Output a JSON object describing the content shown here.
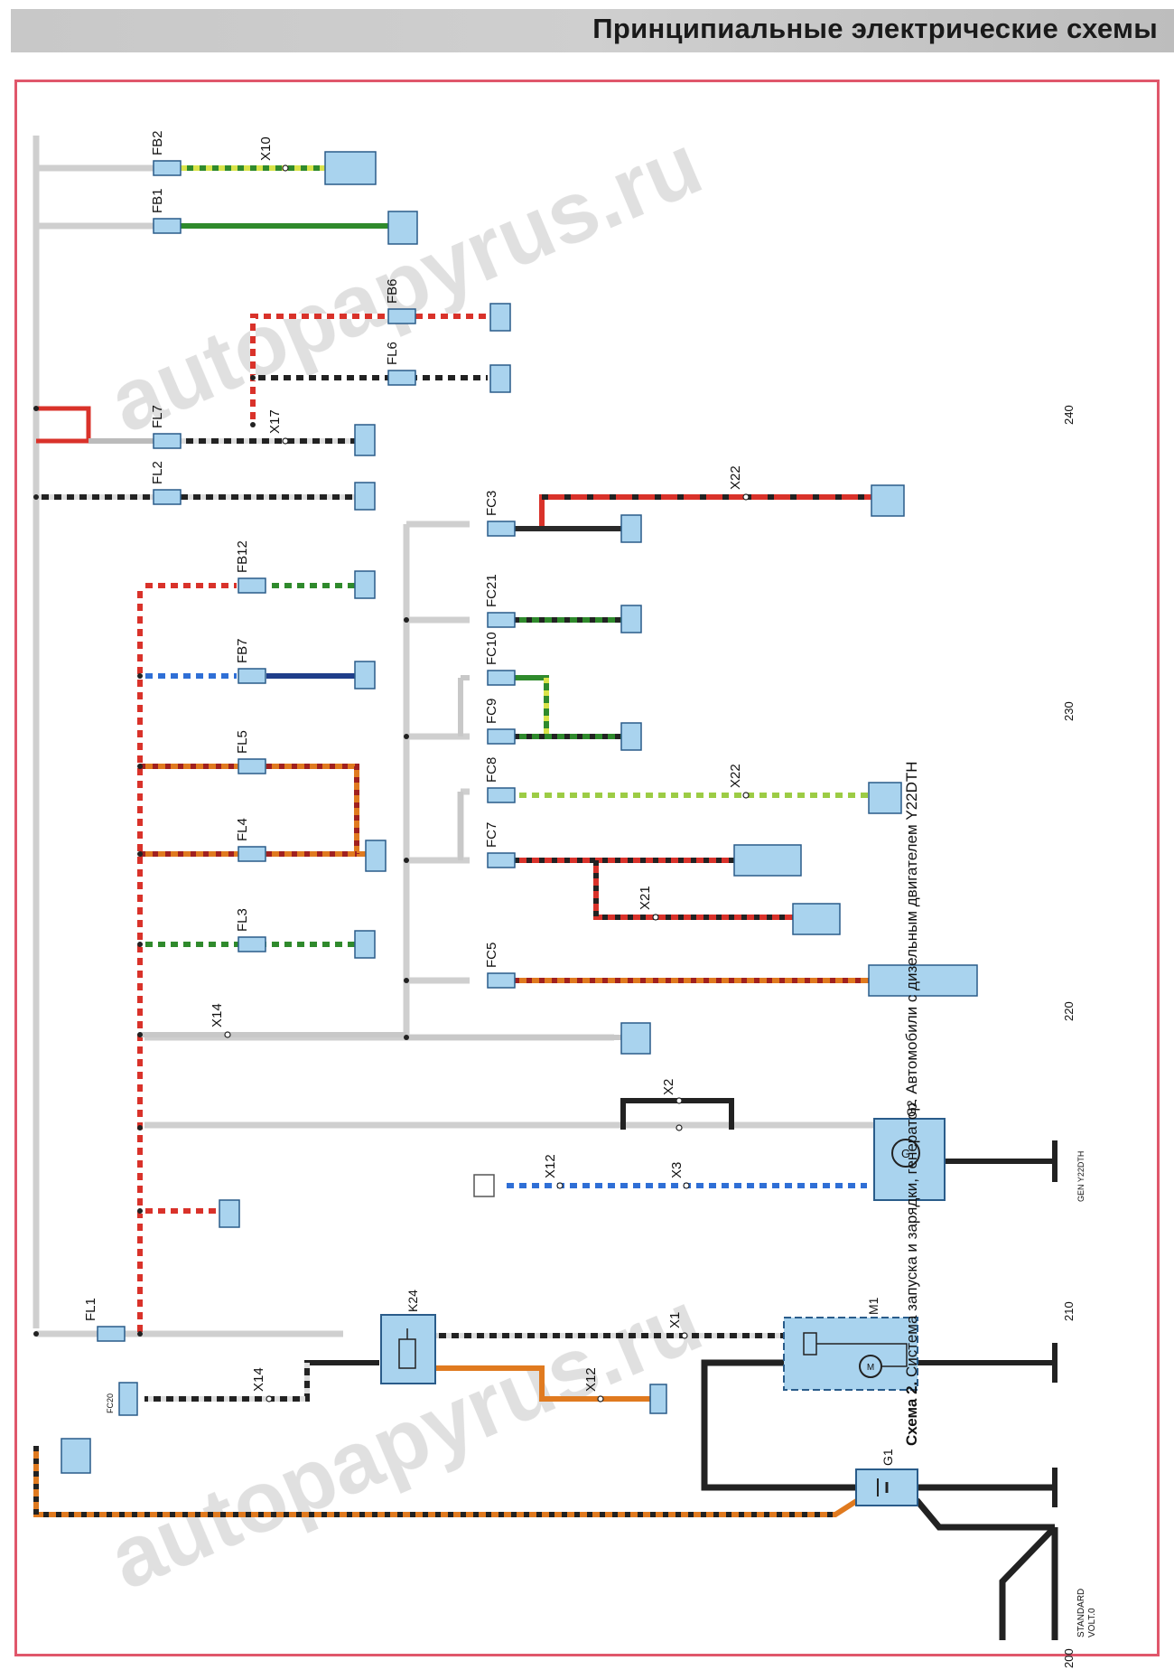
{
  "header": {
    "title": "Принципиальные электрические схемы"
  },
  "caption": {
    "label": "Схема 2.",
    "text": "Система запуска и зарядки, генератор. Автомобили с дизельным двигателем Y22DTH"
  },
  "components": {
    "G1": "G1",
    "G2": "G2",
    "M1": "M1",
    "K24": "K24"
  },
  "fuses": [
    {
      "id": "FB2",
      "label": "FB2"
    },
    {
      "id": "FB1",
      "label": "FB1"
    },
    {
      "id": "FB6",
      "label": "FB6"
    },
    {
      "id": "FL6",
      "label": "FL6"
    },
    {
      "id": "FL7",
      "label": "FL7"
    },
    {
      "id": "FL2",
      "label": "FL2"
    },
    {
      "id": "FB12",
      "label": "FB12"
    },
    {
      "id": "FB7",
      "label": "FB7"
    },
    {
      "id": "FL5",
      "label": "FL5"
    },
    {
      "id": "FL4",
      "label": "FL4"
    },
    {
      "id": "FL3",
      "label": "FL3"
    },
    {
      "id": "FL1",
      "label": "FL1"
    },
    {
      "id": "FC3",
      "label": "FC3"
    },
    {
      "id": "FC21",
      "label": "FC21"
    },
    {
      "id": "FC10",
      "label": "FC10"
    },
    {
      "id": "FC9",
      "label": "FC9"
    },
    {
      "id": "FC8",
      "label": "FC8"
    },
    {
      "id": "FC7",
      "label": "FC7"
    },
    {
      "id": "FC5",
      "label": "FC5"
    },
    {
      "id": "FC20",
      "label": "FC20"
    }
  ],
  "connectors": {
    "X10": "X10",
    "X17": "X17",
    "X22a": "X22",
    "X22b": "X22",
    "X21": "X21",
    "X14a": "X14",
    "X14b": "X14",
    "X2": "X2",
    "X12a": "X12",
    "X12b": "X12",
    "X3": "X3",
    "X1": "X1"
  },
  "rail_numbers": {
    "n240": "240",
    "n230": "230",
    "n220": "220",
    "n210": "210",
    "n200": "200"
  },
  "bottom_labels": {
    "standard": "STANDARD",
    "volt": "VOLT.0",
    "gen": "GEN Y22DTH"
  },
  "watermark": "autopapyrus.ru",
  "colors": {
    "frame": "#e0576b",
    "module": "#a9d3ee",
    "module_border": "#2a5c8a",
    "black": "#222222",
    "red": "#d9322a",
    "green": "#2f8a2c",
    "lightgreen": "#9ccc45",
    "blue": "#2f6fd6",
    "orange": "#e07a1f",
    "brown": "#a05a2c",
    "gray": "#c8c8c8"
  }
}
